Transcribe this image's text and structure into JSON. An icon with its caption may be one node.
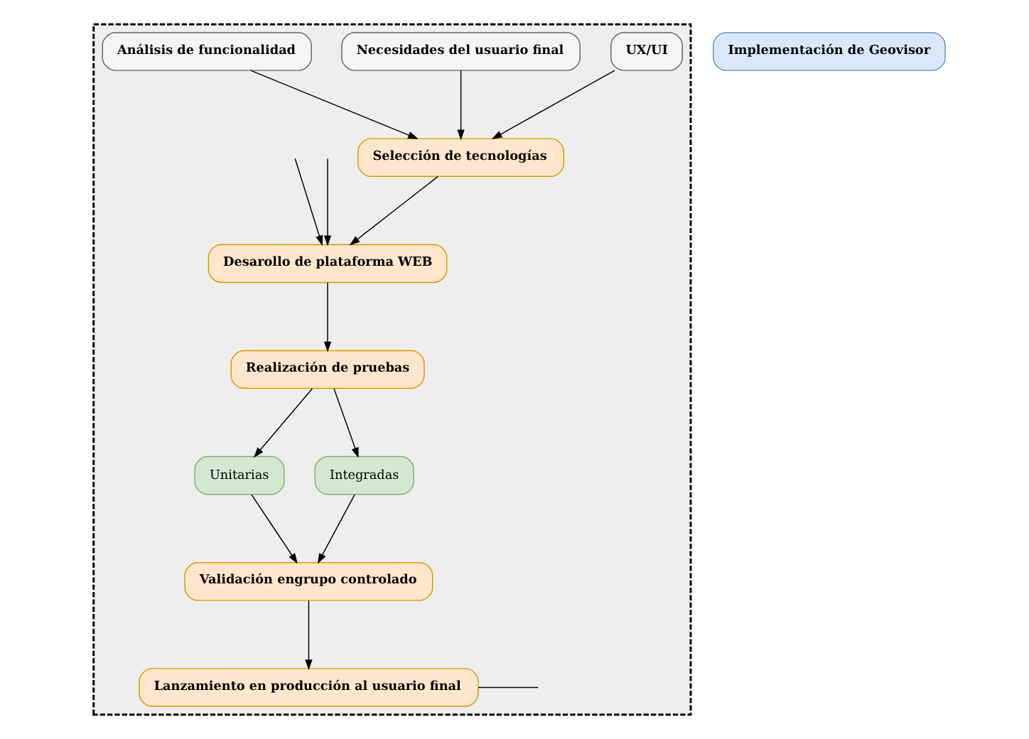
{
  "diagram": {
    "nodes": [
      {
        "text": [],
        "shape": "box"
      },
      {
        "text": [
          "Análisis de funcionalidad"
        ],
        "in": 0
      },
      {
        "text": [
          "Necesidades del usuario final"
        ],
        "in": 0
      },
      {
        "text": [
          "UX/UI"
        ],
        "in": 0
      },
      {
        "text": [
          "Selección de tecnologías"
        ],
        "in": 0
      },
      {
        "text": [
          "Desarollo de plataforma WEB"
        ],
        "in": 0
      },
      {
        "text": [
          "Realización de pruebas"
        ],
        "in": 0
      },
      {
        "text": [
          "Unitarias"
        ],
        "in": 0
      },
      {
        "text": [
          "Integradas"
        ],
        "in": 0
      },
      {
        "text": [
          "Validación engrupo controlado"
        ],
        "in": 0
      },
      {
        "text": [
          "Lanzamiento en producción al usuario final"
        ],
        "in": 0
      },
      {
        "text": [
          "Implementación de Geovisor"
        ]
      }
    ],
    "edges": [
      {
        "from": 1,
        "to": 4,
        "arrow": "to"
      },
      {
        "from": 2,
        "to": 4,
        "arrow": "to"
      },
      {
        "from": 3,
        "to": 4,
        "arrow": "to"
      },
      {
        "from": 4,
        "to": 5,
        "arrow": "to"
      },
      {
        "from": 5,
        "to": 6,
        "arrow": "to"
      },
      {
        "from": 6,
        "to": 7,
        "arrow": "to"
      },
      {
        "from": 6,
        "to": 8,
        "arrow": "to"
      },
      {
        "from": 7,
        "to": 9,
        "arrow": "to"
      },
      {
        "from": 8,
        "to": 9,
        "arrow": "to"
      },
      {
        "from": 9,
        "to": 10,
        "arrow": "to"
      },
      {
        "from": null,
        "to": 5,
        "arrow": "to"
      },
      {
        "from": null,
        "to": 5,
        "arrow": "to"
      },
      {
        "from": 10,
        "to": null,
        "arrow": "none"
      }
    ]
  }
}
